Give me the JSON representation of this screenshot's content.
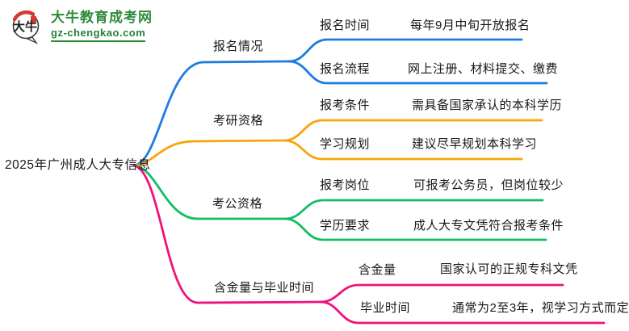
{
  "logo": {
    "icon_text": "大牛",
    "title": "大牛教育成考网",
    "domain": "gz-chengkao.com",
    "brand_color": "#2e8b3a",
    "seal_color": "#d43a2f"
  },
  "root": {
    "label": "2025年广州成人大专信息"
  },
  "colors": {
    "branch1": "#1d7ce0",
    "branch2": "#f7a50a",
    "branch3": "#12bd63",
    "branch4": "#f2117c",
    "text": "#181818"
  },
  "branches": [
    {
      "label": "报名情况",
      "color": "#1d7ce0",
      "children": [
        {
          "label": "报名时间",
          "value": "每年9月中旬开放报名"
        },
        {
          "label": "报名流程",
          "value": "网上注册、材料提交、缴费"
        }
      ]
    },
    {
      "label": "考研资格",
      "color": "#f7a50a",
      "children": [
        {
          "label": "报考条件",
          "value": "需具备国家承认的本科学历"
        },
        {
          "label": "学习规划",
          "value": "建议尽早规划本科学习"
        }
      ]
    },
    {
      "label": "考公资格",
      "color": "#12bd63",
      "children": [
        {
          "label": "报考岗位",
          "value": "可报考公务员，但岗位较少"
        },
        {
          "label": "学历要求",
          "value": "成人大专文凭符合报考条件"
        }
      ]
    },
    {
      "label": "含金量与毕业时间",
      "color": "#f2117c",
      "children": [
        {
          "label": "含金量",
          "value": "国家认可的正规专科文凭"
        },
        {
          "label": "毕业时间",
          "value": "通常为2至3年，视学习方式而定"
        }
      ]
    }
  ]
}
